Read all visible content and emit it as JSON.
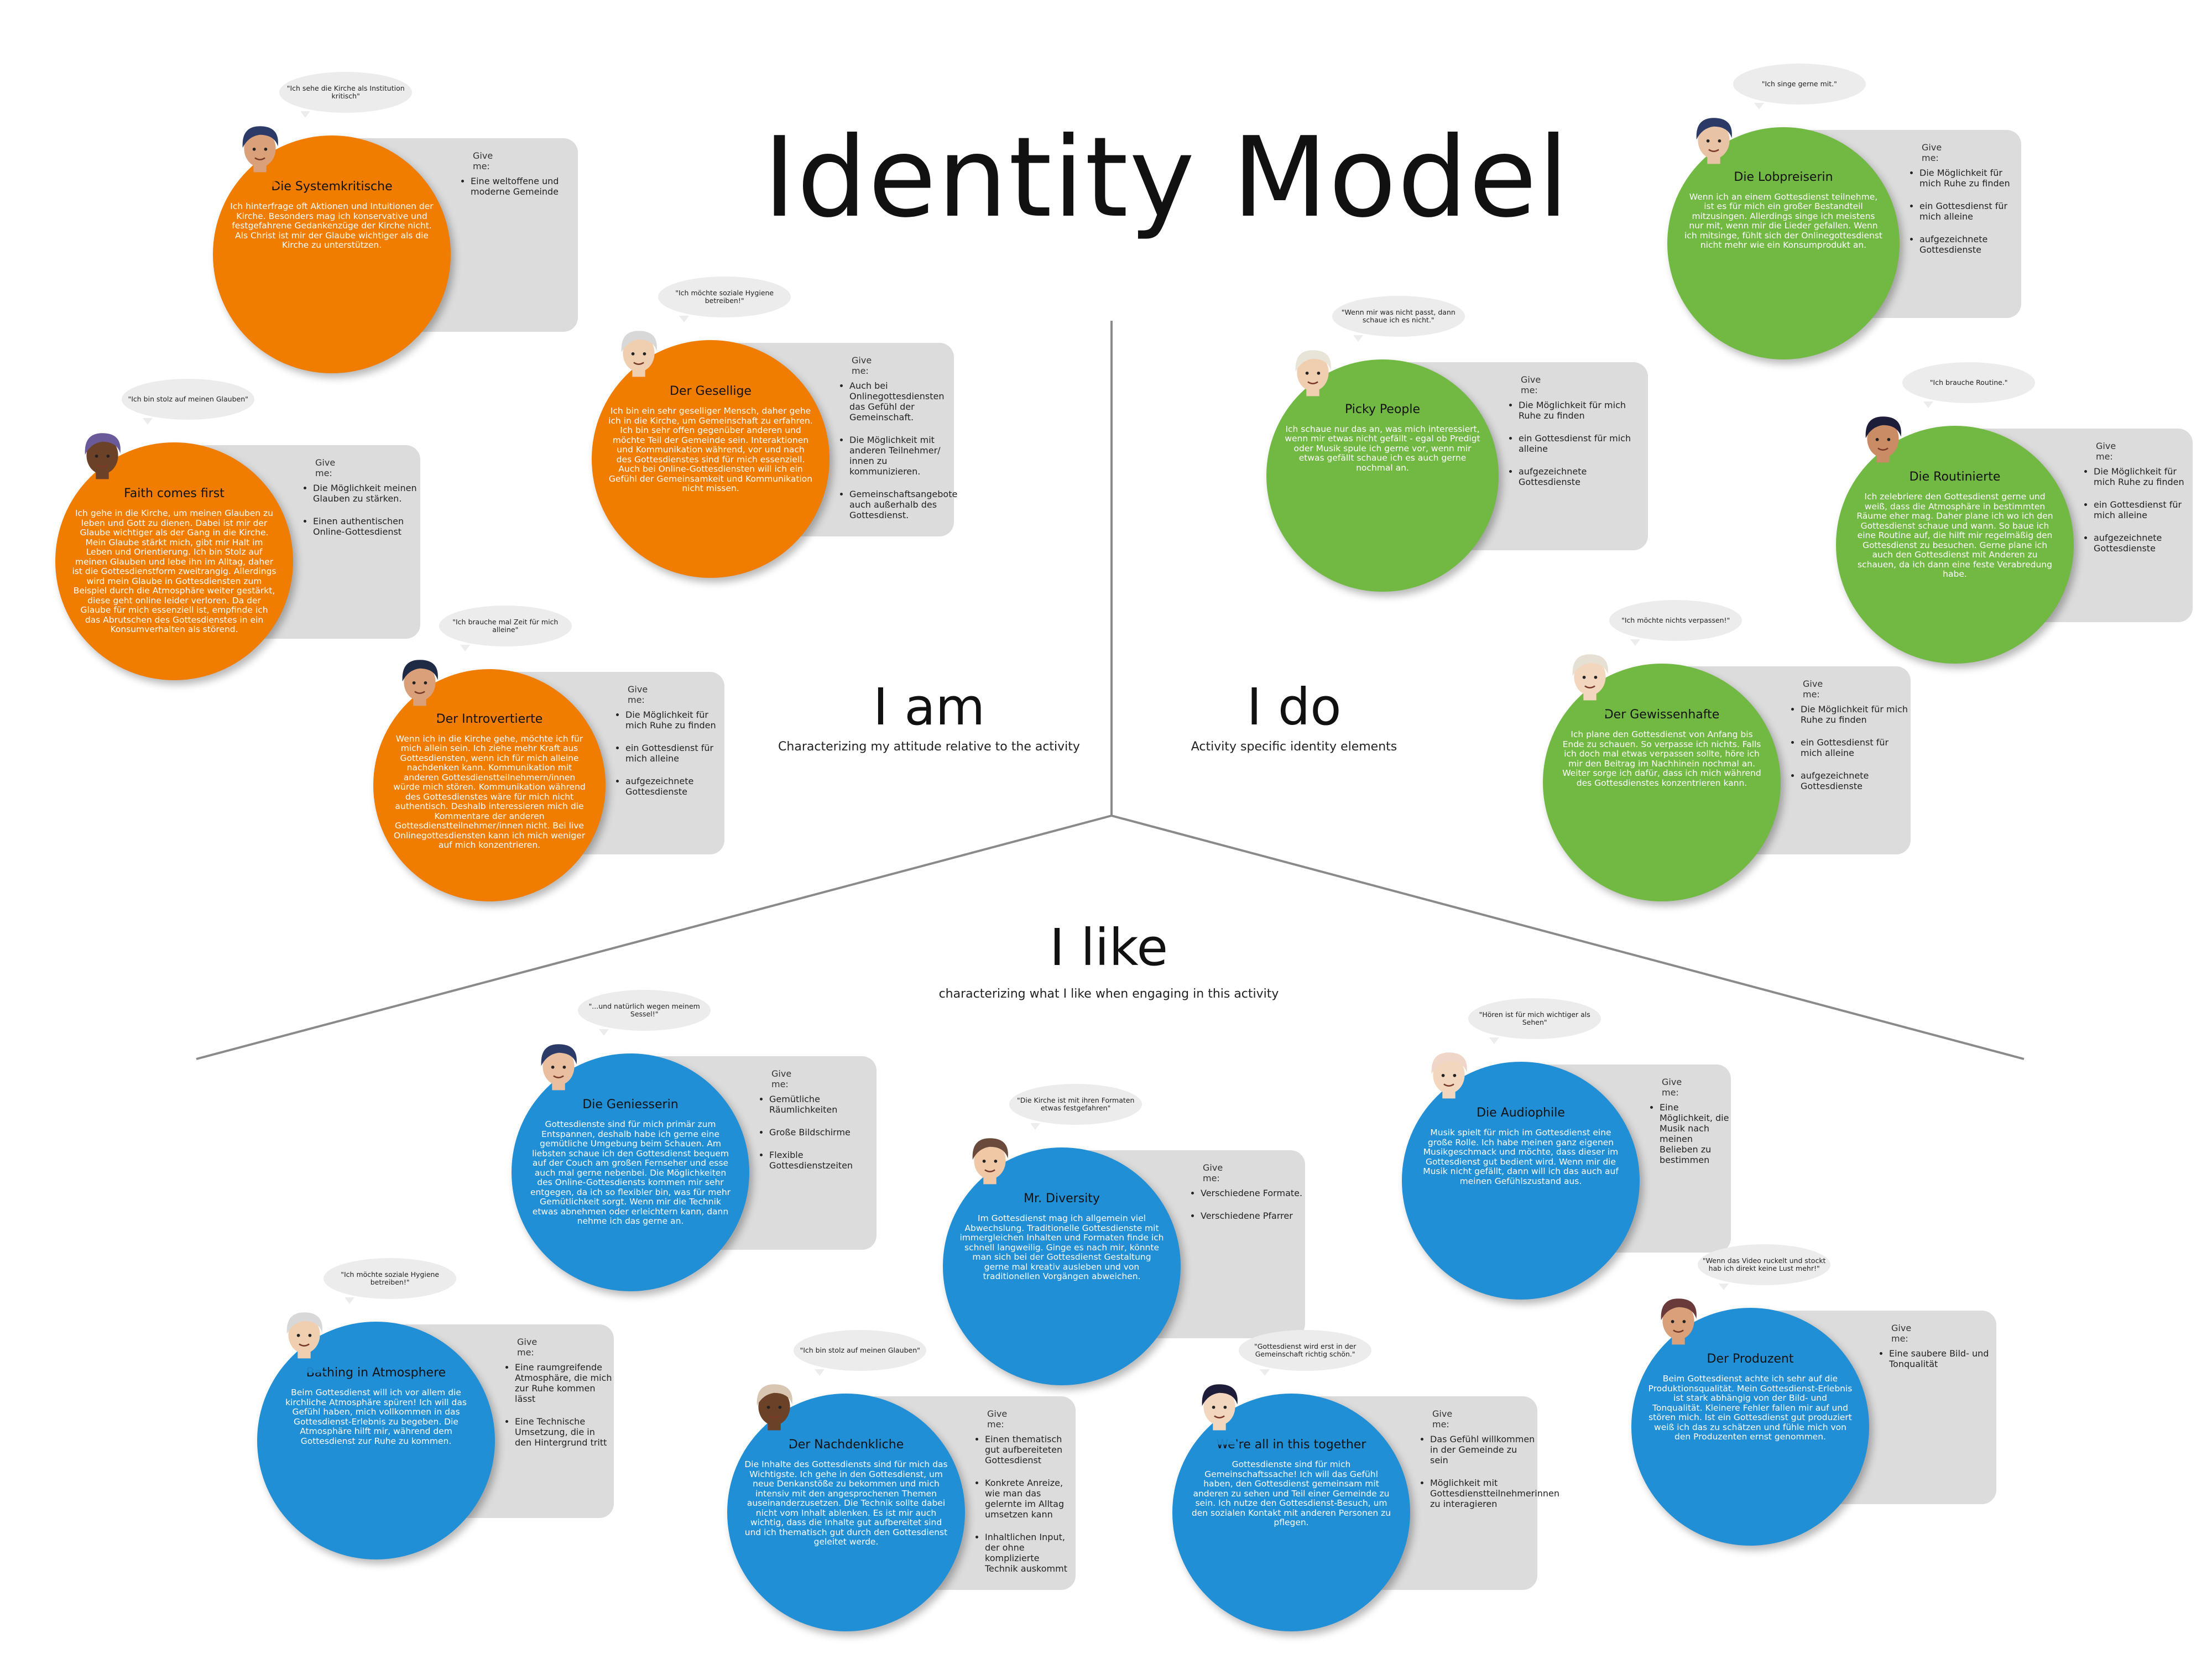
{
  "title": "Identity Model",
  "sections": {
    "i_am": {
      "title": "I am",
      "subtitle": "Characterizing my attitude relative to the activity"
    },
    "i_do": {
      "title": "I do",
      "subtitle": "Activity specific identity elements"
    },
    "i_like": {
      "title": "I like",
      "subtitle": "characterizing what I like when engaging in this activity"
    }
  },
  "give_me_label": "Give me:",
  "colors": {
    "i_am": "#f07c00",
    "i_do": "#72b944",
    "i_like": "#218fd6",
    "box": "#dcdcdc"
  },
  "personas": [
    {
      "name": "Die Systemkritische",
      "color": "#f07c00",
      "avatar": "woman-headband-avatar",
      "quote": "\"Ich sehe die Kirche als Institution kritisch\"",
      "desc": "Ich hinterfrage oft Aktionen und Intuitionen der Kirche. Besonders mag ich konservative und festgefahrene Gedankenzüge der Kirche nicht. Als Christ ist mir der Glaube wichtiger als die Kirche zu unterstützen.",
      "give": [
        "Eine weltoffene und moderne Gemeinde"
      ]
    },
    {
      "name": "Faith comes first",
      "color": "#f07c00",
      "avatar": "curly-hair-woman-avatar",
      "quote": "\"Ich bin stolz auf meinen Glauben\"",
      "desc": "Ich gehe in die Kirche, um meinen Glauben zu leben und Gott zu dienen. Dabei ist mir der Glaube wichtiger als der Gang in die Kirche. Mein Glaube stärkt mich, gibt mir Halt im Leben und Orientierung. Ich bin Stolz auf meinen Glauben und lebe ihn im Alltag, daher ist die Gottesdienstform zweitrangig. Allerdings wird mein Glaube in Gottesdiensten zum Beispiel durch die Atmosphäre weiter gestärkt, diese geht online leider verloren. Da der Glaube für mich essenziell ist, empfinde ich das Abrutschen des Gottesdienstes in ein Konsumverhalten als störend.",
      "give": [
        "Die Möglichkeit meinen Glauben zu stärken.",
        "Einen authentischen Online-Gottesdienst"
      ]
    },
    {
      "name": "Der Gesellige",
      "color": "#f07c00",
      "avatar": "grey-hair-man-avatar",
      "quote": "\"Ich möchte soziale Hygiene betreiben!\"",
      "desc": "Ich bin ein sehr geselliger Mensch, daher gehe ich in die Kirche, um Gemeinschaft zu erfahren. Ich bin sehr offen gegenüber anderen und möchte Teil der Gemeinde sein. Interaktionen und Kommunikation während, vor und nach des Gottesdienstes sind für mich essenziell. Auch bei Online-Gottesdiensten will ich ein Gefühl der Gemeinsamkeit und Kommunikation nicht missen.",
      "give": [
        "Auch bei Onlinegottesdiensten das Gefühl der Gemeinschaft.",
        "Die Möglichkeit mit anderen Teilnehmer/ innen zu kommunizieren.",
        "Gemeinschaftsangebote auch außerhalb des Gottesdienst."
      ]
    },
    {
      "name": "Der Introvertierte",
      "color": "#f07c00",
      "avatar": "bearded-man-avatar",
      "quote": "\"Ich brauche mal Zeit für mich alleine\"",
      "desc": "Wenn ich in die Kirche gehe, möchte ich für mich allein sein. Ich ziehe mehr Kraft aus Gottesdiensten, wenn ich für mich alleine nachdenken kann. Kommunikation mit anderen Gottesdienstteilnehmern/innen würde mich stören. Kommunikation während des Gottesdienstes wäre für mich nicht authentisch. Deshalb interessieren mich die Kommentare der anderen Gottesdienstteilnehmer/innen nicht. Bei live Onlinegottesdiensten kann ich mich weniger auf mich konzentrieren.",
      "give": [
        "Die Möglichkeit für mich Ruhe zu finden",
        "ein Gottesdienst für mich alleine",
        "aufgezeichnete Gottesdienste"
      ]
    },
    {
      "name": "Die Lobpreiserin",
      "color": "#72b944",
      "avatar": "singer-woman-avatar",
      "quote": "\"Ich singe gerne mit.\"",
      "desc": "Wenn ich an einem Gottesdienst teilnehme, ist es für mich ein großer Bestandteil mitzusingen. Allerdings singe ich meistens nur mit, wenn mir die Lieder gefallen. Wenn ich mitsinge, fühlt sich der Onlinegottesdienst nicht mehr wie ein Konsumprodukt an.",
      "give": [
        "Die Möglichkeit für mich Ruhe zu finden",
        "ein Gottesdienst für mich alleine",
        "aufgezeichnete Gottesdienste"
      ]
    },
    {
      "name": "Picky People",
      "color": "#72b944",
      "avatar": "blond-woman-avatar",
      "quote": "\"Wenn mir was nicht passt, dann schaue ich es nicht.\"",
      "desc": "Ich schaue nur das an, was mich interessiert, wenn mir etwas nicht gefällt - egal ob Predigt oder Musik spule ich gerne vor, wenn mir etwas gefällt schaue ich es auch gerne nochmal an.",
      "give": [
        "Die Möglichkeit für mich Ruhe zu finden",
        "ein Gottesdienst für mich alleine",
        "aufgezeichnete Gottesdienste"
      ]
    },
    {
      "name": "Die Routinierte",
      "color": "#72b944",
      "avatar": "dark-hair-woman-avatar",
      "quote": "\"Ich brauche Routine.\"",
      "desc": "Ich zelebriere den Gottesdienst gerne und weiß, dass die Atmosphäre in bestimmten Räume eher mag. Daher plane ich wo ich den Gottesdienst schaue und wann. So baue ich eine Routine auf, die hilft mir regelmäßig den Gottesdienst zu besuchen. Gerne plane ich auch den Gottesdienst mit Anderen zu schauen, da ich dann eine feste Verabredung habe.",
      "give": [
        "Die Möglichkeit für mich Ruhe zu finden",
        "ein Gottesdienst für mich alleine",
        "aufgezeichnete Gottesdienste"
      ]
    },
    {
      "name": "Der Gewissenhafte",
      "color": "#72b944",
      "avatar": "older-man-avatar",
      "quote": "\"Ich möchte nichts verpassen!\"",
      "desc": "Ich plane den Gottesdienst von Anfang bis Ende zu schauen. So verpasse ich nichts. Falls ich doch mal etwas verpassen sollte, höre ich mir den Beitrag im Nachhinein nochmal an. Weiter sorge ich dafür, dass ich mich während des Gottesdienstes konzentrieren kann.",
      "give": [
        "Die Möglichkeit für mich Ruhe zu finden",
        "ein Gottesdienst für mich alleine",
        "aufgezeichnete Gottesdienste"
      ]
    },
    {
      "name": "Die Geniesserin",
      "color": "#218fd6",
      "avatar": "relaxed-woman-avatar",
      "quote": "\"...und natürlich wegen meinem Sessel!\"",
      "desc": "Gottesdienste sind für mich primär zum Entspannen, deshalb habe ich gerne eine gemütliche Umgebung beim Schauen. Am liebsten schaue ich den Gottesdienst bequem auf der Couch am großen Fernseher und esse auch mal gerne nebenbei. Die Möglichkeiten des Online-Gottesdiensts kommen mir sehr entgegen, da ich so flexibler bin, was für mehr Gemütlichkeit sorgt. Wenn mir die Technik etwas abnehmen oder erleichtern kann, dann nehme ich das gerne an.",
      "give": [
        "Gemütliche Räumlichkeiten",
        "Große Bildschirme",
        "Flexible Gottesdienstzeiten"
      ]
    },
    {
      "name": "Mr. Diversity",
      "color": "#218fd6",
      "avatar": "scarf-man-avatar",
      "quote": "\"Die Kirche ist mit ihren Formaten etwas festgefahren\"",
      "desc": "Im Gottesdienst mag ich allgemein viel Abwechslung. Traditionelle Gottesdienste mit immergleichen Inhalten und Formaten finde ich schnell langweilig. Ginge es nach mir, könnte man sich bei der Gottesdienst Gestaltung gerne mal kreativ ausleben und von traditionellen Vorgängen abweichen.",
      "give": [
        "Verschiedene Formate.",
        "Verschiedene Pfarrer"
      ]
    },
    {
      "name": "Die Audiophile",
      "color": "#218fd6",
      "avatar": "sunglasses-woman-avatar",
      "quote": "\"Hören ist für mich wichtiger als Sehen\"",
      "desc": "Musik spielt für mich im Gottesdienst eine große Rolle. Ich habe meinen ganz eigenen Musikgeschmack und möchte, dass dieser im Gottesdienst gut bedient wird. Wenn mir die Musik nicht gefällt, dann will ich das auch auf meinen Gefühlszustand aus.",
      "give": [
        "Eine Möglichkeit, die Musik nach meinen Belieben zu bestimmen"
      ]
    },
    {
      "name": "Bathing in Atmosphere",
      "color": "#218fd6",
      "avatar": "grey-hair-man-avatar",
      "quote": "\"Ich möchte soziale Hygiene betreiben!\"",
      "desc": "Beim Gottesdienst will ich vor allem die kirchliche Atmosphäre spüren! Ich will das Gefühl haben, mich vollkommen in das Gottesdienst-Erlebnis zu begeben. Die Atmosphäre hilft mir, während dem Gottesdienst zur Ruhe zu kommen.",
      "give": [
        "Eine raumgreifende Atmosphäre, die mich zur Ruhe kommen lässt",
        "Eine Technische Umsetzung, die in den Hintergrund tritt"
      ]
    },
    {
      "name": "Der Nachdenkliche",
      "color": "#218fd6",
      "avatar": "cap-man-avatar",
      "quote": "\"Ich bin stolz auf meinen Glauben\"",
      "desc": "Die Inhalte des Gottesdiensts sind für mich das Wichtigste. Ich gehe in den Gottesdienst, um neue Denkanstöße zu bekommen und mich intensiv mit den angesprochenen Themen auseinanderzusetzen. Die Technik sollte dabei nicht vom Inhalt ablenken. Es ist mir auch wichtig, dass die Inhalte gut aufbereitet sind und ich thematisch gut durch den Gottesdienst geleitet werde.",
      "give": [
        "Einen thematisch gut aufbereiteten Gottesdienst",
        "Konkrete Anreize, wie man das gelernte im Alltag umsetzen kann",
        "Inhaltlichen Input, der ohne komplizierte Technik auskommt"
      ]
    },
    {
      "name": "We're all in this together",
      "color": "#218fd6",
      "avatar": "black-hair-woman-avatar",
      "quote": "\"Gottesdienst wird erst in der Gemeinschaft richtig schön.\"",
      "desc": "Gottesdienste sind für mich Gemeinschaftssache! Ich will das Gefühl haben, den Gottesdienst gemeinsam mit anderen zu sehen und Teil einer Gemeinde zu sein. Ich nutze den Gottesdienst-Besuch, um den sozialen Kontakt mit anderen Personen zu pflegen.",
      "give": [
        "Das Gefühl willkommen in der Gemeinde zu sein",
        "Möglichkeit mit Gottesdienstteilnehmerinnen zu interagieren"
      ]
    },
    {
      "name": "Der Produzent",
      "color": "#218fd6",
      "avatar": "beard-red-man-avatar",
      "quote": "\"Wenn das Video ruckelt und stockt hab ich direkt keine Lust mehr!\"",
      "desc": "Beim Gottesdienst achte ich sehr auf die Produktionsqualität. Mein Gottesdienst-Erlebnis ist stark abhängig von der Bild- und Tonqualität. Kleinere Fehler fallen mir auf und stören mich. Ist ein Gottesdienst gut produziert weiß ich das zu schätzen und fühle mich von den Produzenten ernst genommen.",
      "give": [
        "Eine saubere Bild- und Tonqualität"
      ]
    }
  ]
}
